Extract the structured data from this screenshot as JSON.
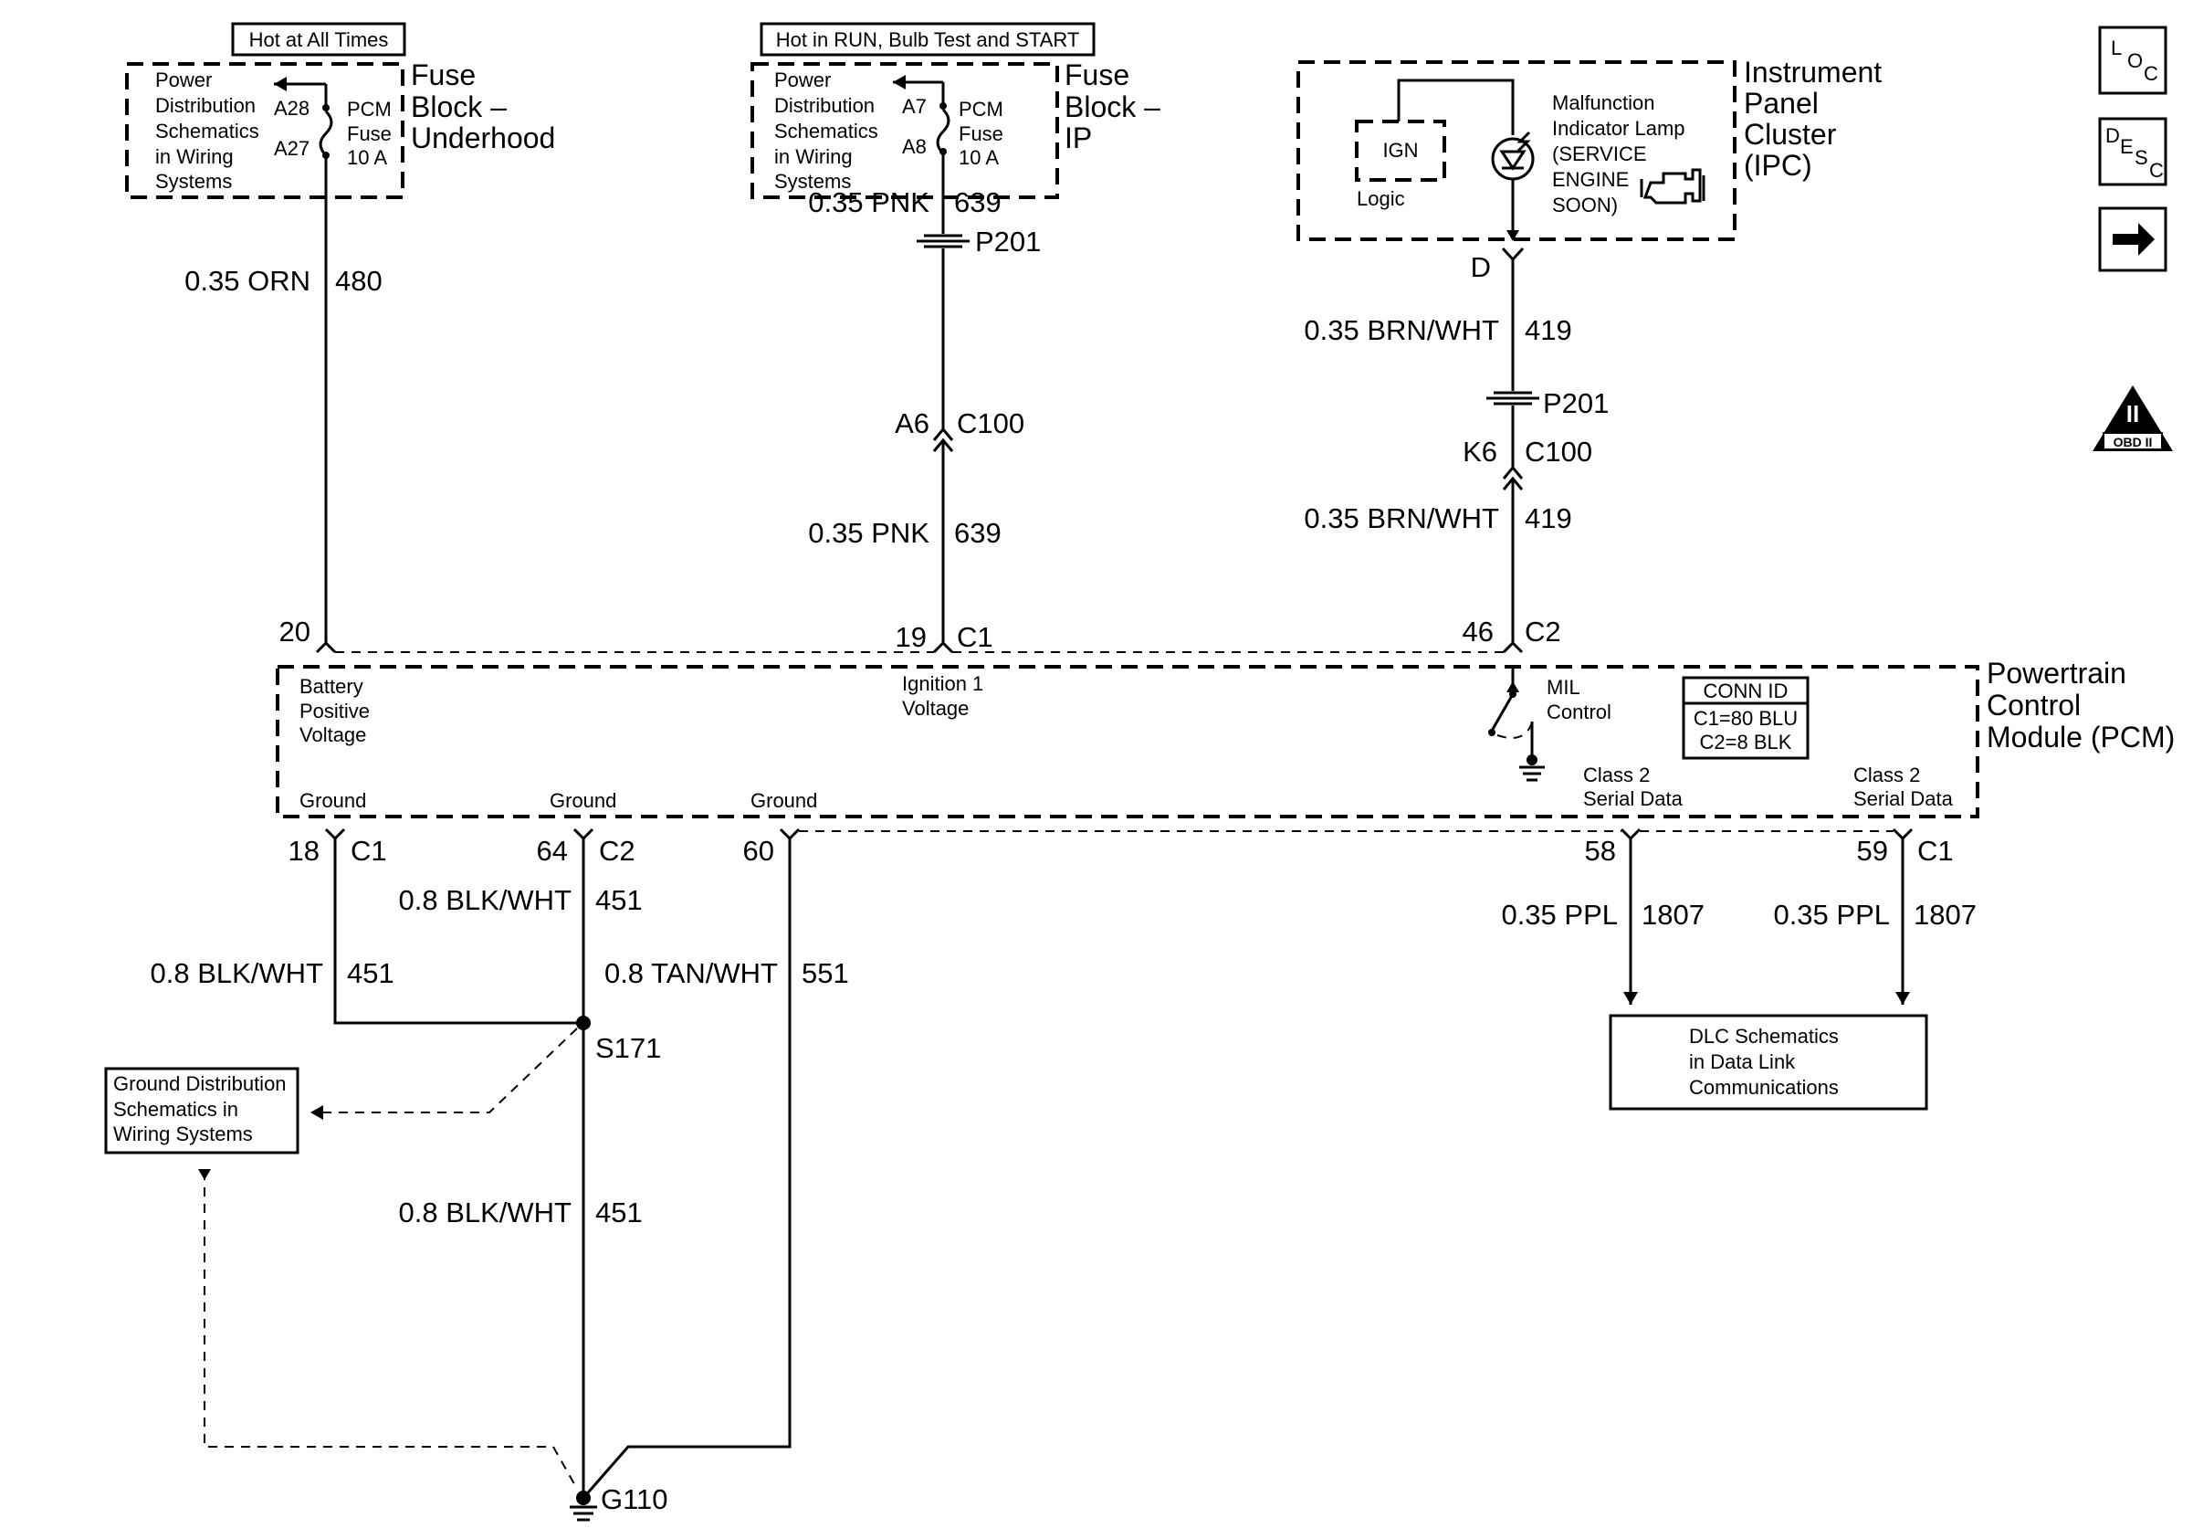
{
  "labels": {
    "hot_all_times": "Hot at All Times",
    "hot_run": "Hot in RUN, Bulb Test and START",
    "pds1": [
      "Power",
      "Distribution",
      "Schematics",
      "in Wiring",
      "Systems"
    ],
    "pds2": [
      "Power",
      "Distribution",
      "Schematics",
      "in Wiring",
      "Systems"
    ],
    "fuse1": [
      "PCM",
      "Fuse",
      "10 A"
    ],
    "fuse2": [
      "PCM",
      "Fuse",
      "10 A"
    ],
    "fuse1_pins": [
      "A28",
      "A27"
    ],
    "fuse2_pins": [
      "A7",
      "A8"
    ],
    "fb_under": [
      "Fuse",
      "Block –",
      "Underhood"
    ],
    "fb_ip": [
      "Fuse",
      "Block –",
      "IP"
    ],
    "ipc_title": [
      "Instrument",
      "Panel",
      "Cluster",
      "(IPC)"
    ],
    "ign": "IGN",
    "logic": "Logic",
    "mil_lamp": [
      "Malfunction",
      "Indicator Lamp",
      "(SERVICE",
      "ENGINE",
      "SOON)"
    ],
    "ipc_pin": "D",
    "w480": [
      "0.35 ORN",
      "480"
    ],
    "w639a": [
      "0.35 PNK",
      "639"
    ],
    "w639b": [
      "0.35 PNK",
      "639"
    ],
    "w419a": [
      "0.35 BRN/WHT",
      "419"
    ],
    "w419b": [
      "0.35 BRN/WHT",
      "419"
    ],
    "p201_a": "P201",
    "p201_b": "P201",
    "c100_a": [
      "A6",
      "C100"
    ],
    "c100_b": [
      "K6",
      "C100"
    ],
    "pcm_top_pins": [
      "20",
      "19",
      "C1",
      "46",
      "C2"
    ],
    "pcm_title": [
      "Powertrain",
      "Control",
      "Module (PCM)"
    ],
    "pcm_funcs": {
      "bpv": [
        "Battery",
        "Positive",
        "Voltage"
      ],
      "ign1": [
        "Ignition 1",
        "Voltage"
      ],
      "mil": [
        "MIL",
        "Control"
      ],
      "cls1": [
        "Class 2",
        "Serial Data"
      ],
      "cls2": [
        "Class 2",
        "Serial Data"
      ],
      "ground": "Ground"
    },
    "conn_id": [
      "CONN ID",
      "C1=80 BLU",
      "C2=8 BLK"
    ],
    "bottom_pins": {
      "p18": [
        "18",
        "C1"
      ],
      "p64": [
        "64",
        "C2"
      ],
      "p60": "60",
      "p58": "58",
      "p59": [
        "59",
        "C1"
      ]
    },
    "w451a": [
      "0.8 BLK/WHT",
      "451"
    ],
    "w451b": [
      "0.8 BLK/WHT",
      "451"
    ],
    "w451c": [
      "0.8 BLK/WHT",
      "451"
    ],
    "w551": [
      "0.8 TAN/WHT",
      "551"
    ],
    "w1807a": [
      "0.35 PPL",
      "1807"
    ],
    "w1807b": [
      "0.35 PPL",
      "1807"
    ],
    "splice": "S171",
    "ground_dist": [
      "Ground Distribution",
      "Schematics in",
      "Wiring Systems"
    ],
    "g110": "G110",
    "dlc": [
      "DLC Schematics",
      "in Data Link",
      "Communications"
    ]
  },
  "side_icons": {
    "loc": [
      "L",
      "O",
      "C"
    ],
    "desc": [
      "D",
      "E",
      "S",
      "C"
    ],
    "arrow": "right-arrow-icon",
    "obd": [
      "II",
      "OBD II"
    ]
  }
}
